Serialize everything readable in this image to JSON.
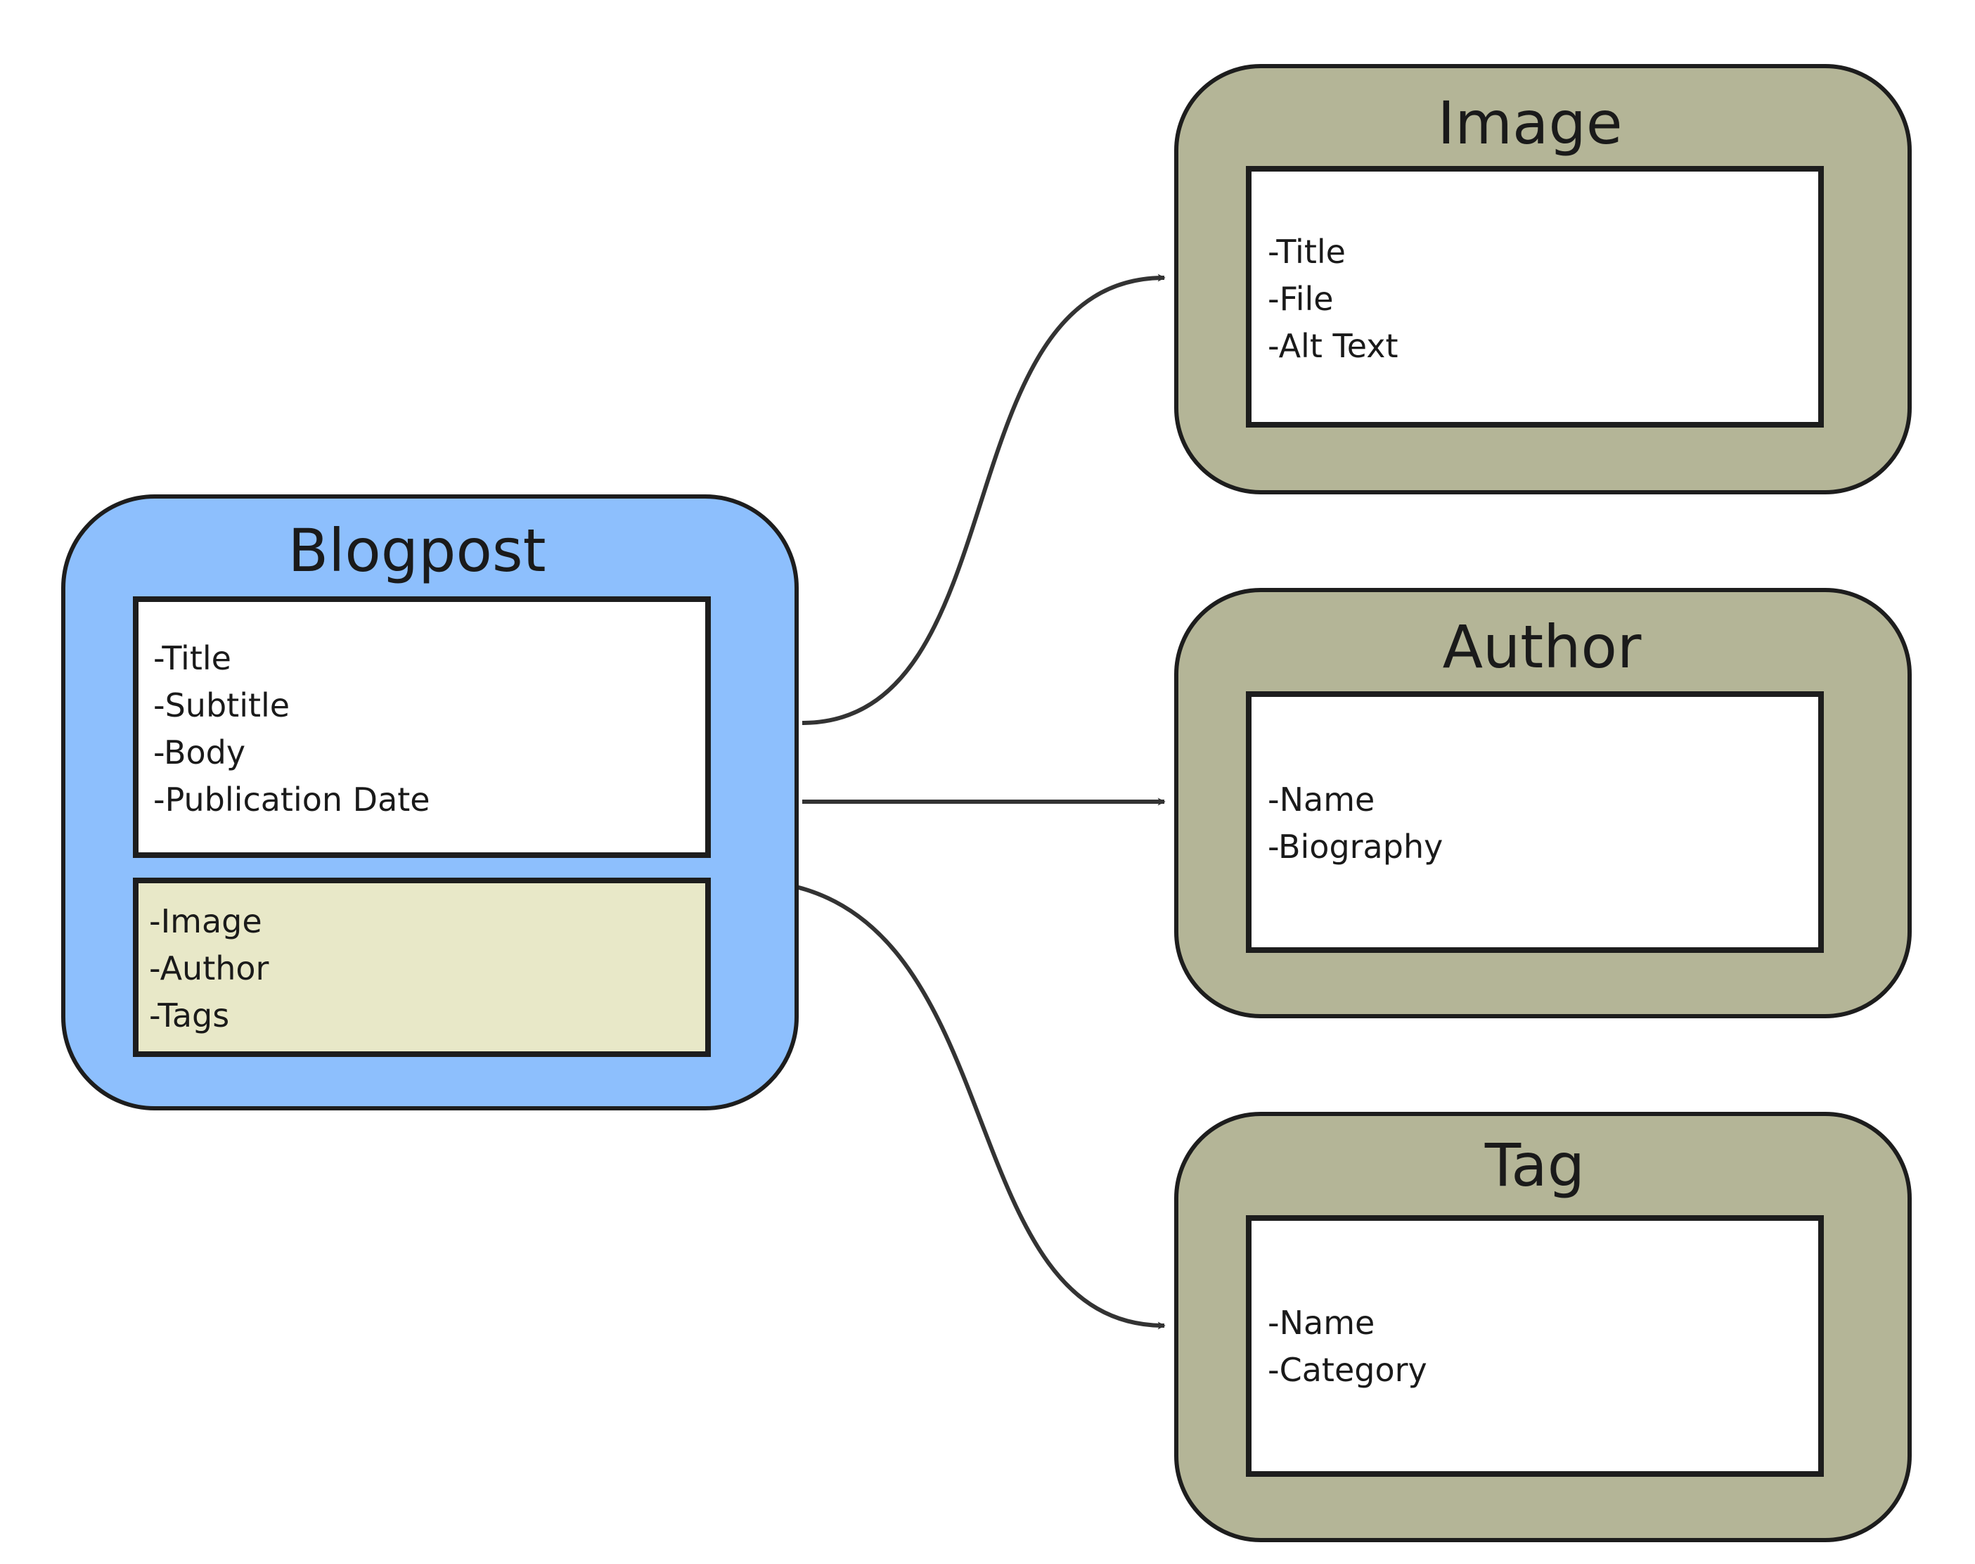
{
  "colors": {
    "blogpost_fill": "#8dbffd",
    "related_fill": "#b4b597",
    "inner_fill": "#ffffff",
    "relation_fill": "#e8e8c8",
    "stroke": "#1d1d1d",
    "arrow": "#333333"
  },
  "blogpost": {
    "title": "Blogpost",
    "fields": [
      "-Title",
      "-Subtitle",
      "-Body",
      "-Publication Date"
    ],
    "relations": [
      "-Image",
      "-Author",
      "-Tags"
    ]
  },
  "image": {
    "title": "Image",
    "fields": [
      "-Title",
      "-File",
      "-Alt Text"
    ]
  },
  "author": {
    "title": "Author",
    "fields": [
      "-Name",
      "-Biography"
    ]
  },
  "tag": {
    "title": "Tag",
    "fields": [
      "-Name",
      "-Category"
    ]
  }
}
